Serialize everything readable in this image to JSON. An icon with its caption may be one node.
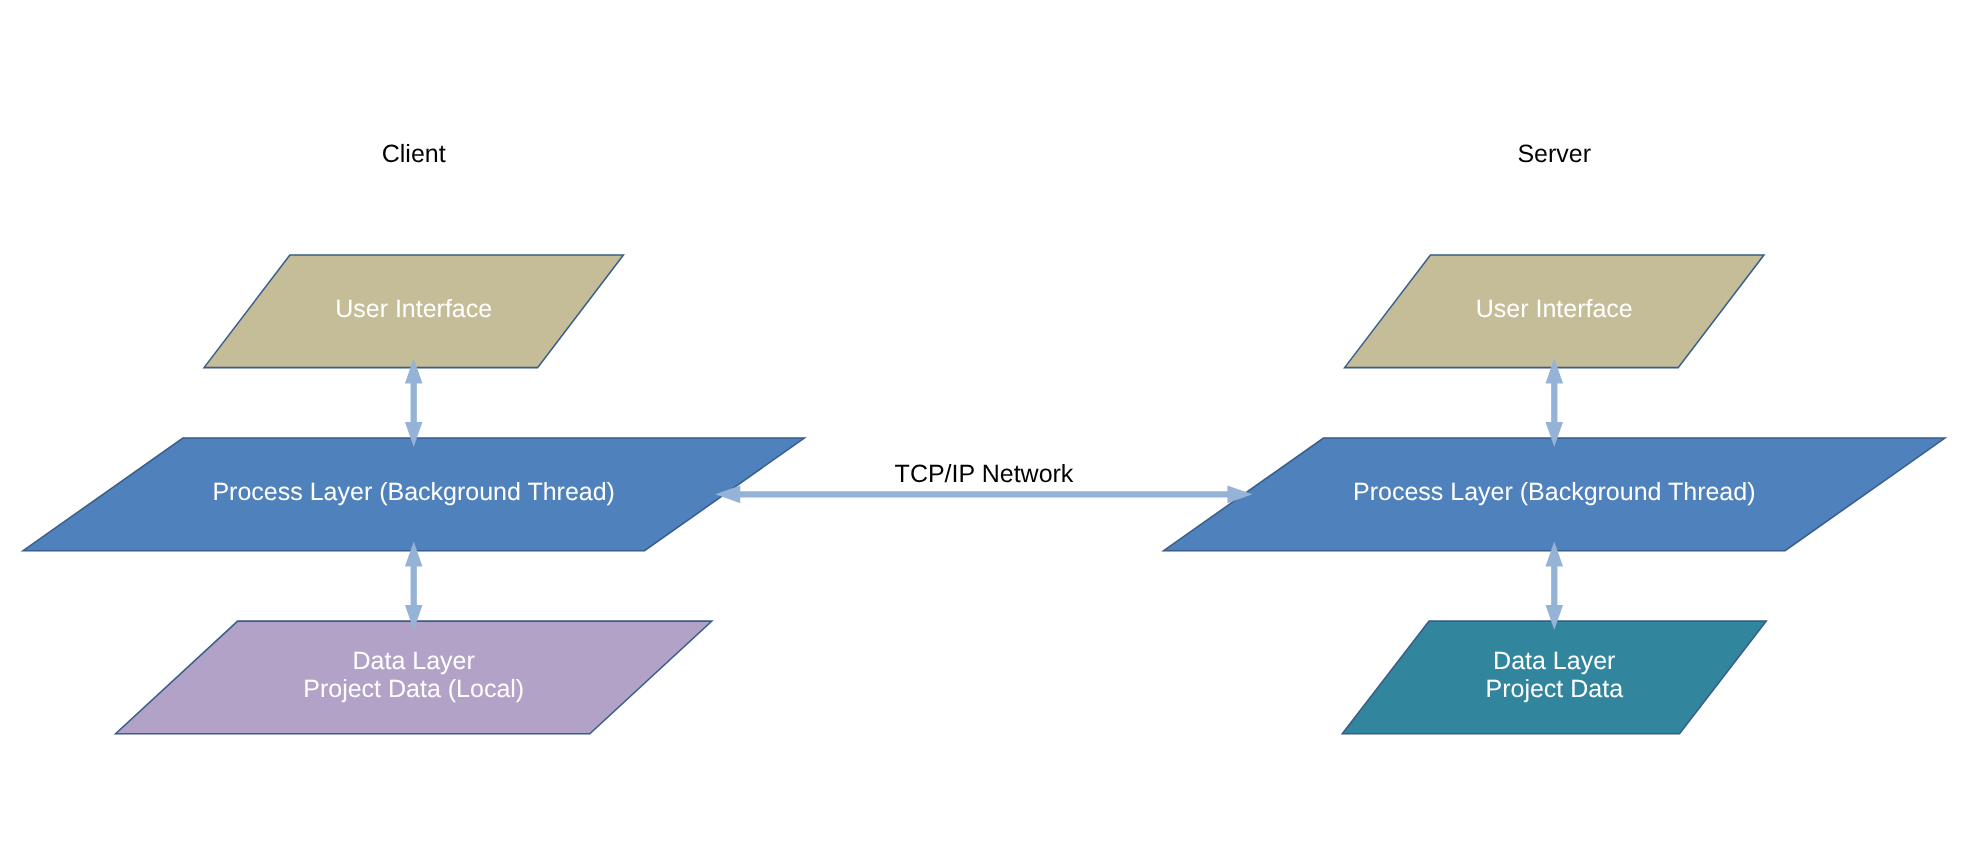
{
  "diagram": {
    "nodes": [
      {
        "text": [
          "User Interface"
        ]
      },
      {
        "text": [
          "Process Layer (Background Thread)"
        ]
      },
      {
        "text": [
          "Data Layer",
          "Project Data (Local)"
        ]
      },
      {
        "text": [
          "User Interface"
        ]
      },
      {
        "text": [
          "Process Layer (Background Thread)"
        ]
      },
      {
        "text": [
          "Data Layer",
          "Project Data"
        ]
      }
    ],
    "edges": [
      {
        "from": 0,
        "to": 1,
        "arrow": "both"
      },
      {
        "from": 1,
        "to": 2,
        "arrow": "both"
      },
      {
        "from": 1,
        "to": 4,
        "arrow": "both",
        "label": "TCP/IP Network"
      },
      {
        "from": 3,
        "to": 4,
        "arrow": "both"
      },
      {
        "from": 4,
        "to": 5,
        "arrow": "both"
      }
    ],
    "labels": [
      "Client",
      "Server"
    ]
  }
}
